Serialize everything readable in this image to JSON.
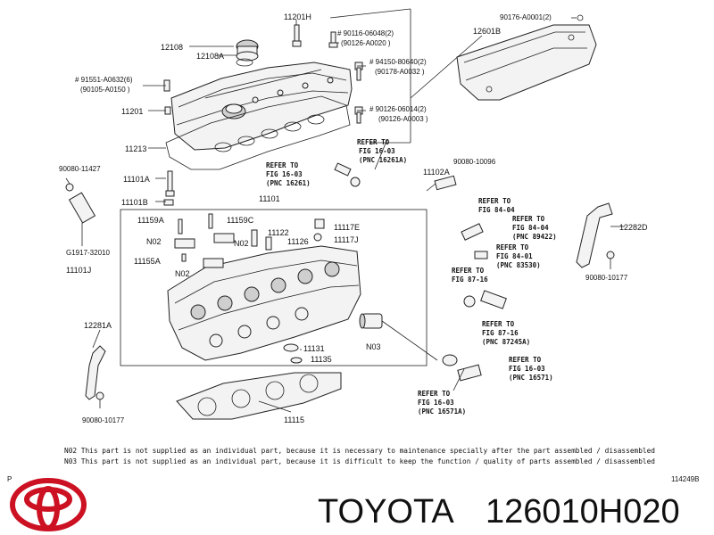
{
  "labels": {
    "p11201H": "11201H",
    "p12108": "12108",
    "p12108A": "12108A",
    "p90116": "# 90116-06048(2)",
    "p90126a": "(90126-A0020 )",
    "p94150": "# 94150-80640(2)",
    "p90178": "(90178-A0032 )",
    "p91551": "# 91551-A0632(6)",
    "p90105": "(90105-A0150 )",
    "p11201": "11201",
    "p90126b": "# 90126-06014(2)",
    "p90126c": "(90126-A0003 )",
    "p11213": "11213",
    "p90176": "90176-A0001(2)",
    "p12601B": "12601B",
    "p90080_11427": "90080-11427",
    "p11101A": "11101A",
    "p11101B": "11101B",
    "p11101": "11101",
    "p11102A": "11102A",
    "p90080_10096": "90080-10096",
    "p11159A": "11159A",
    "p11159C": "11159C",
    "p11122": "11122",
    "p11117E": "11117E",
    "p11117J": "11117J",
    "p11126": "11126",
    "pN02a": "N02",
    "pN02b": "N02",
    "pN02c": "N02",
    "p11155A": "11155A",
    "pG1917": "G1917-32010",
    "p11101J": "11101J",
    "p12282D": "12282D",
    "p90080_10177a": "90080-10177",
    "p12281A": "12281A",
    "p11131": "11131",
    "p11135": "11135",
    "pN03": "N03",
    "p90080_10177b": "90080-10177",
    "p11115": "11115"
  },
  "refs": {
    "r1": [
      "REFER TO",
      "FIG 16-03",
      "(PNC 16261A)"
    ],
    "r2": [
      "REFER TO",
      "FIG 16-03",
      "(PNC 16261)"
    ],
    "r3": [
      "REFER TO",
      "FIG 84-04"
    ],
    "r4": [
      "REFER TO",
      "FIG 84-04",
      "(PNC 89422)"
    ],
    "r5": [
      "REFER TO",
      "FIG 84-01",
      "(PNC 83530)"
    ],
    "r6": [
      "REFER TO",
      "FIG 87-16"
    ],
    "r7": [
      "REFER TO",
      "FIG 87-16",
      "(PNC 87245A)"
    ],
    "r8": [
      "REFER TO",
      "FIG 16-03",
      "(PNC 16571)"
    ],
    "r9": [
      "REFER TO",
      "FIG 16-03",
      "(PNC 16571A)"
    ]
  },
  "notes": {
    "n02": "N02 This part is not supplied as an individual part, because it is necessary to maintenance specially after the part assembled / disassembled",
    "n03": "N03 This part is not supplied as an individual part, because it is difficult to keep the function / quality of parts assembled / disassembled"
  },
  "corner_left": "P",
  "corner_right": "114249B",
  "brand": {
    "name": "TOYOTA",
    "part_number": "126010H020",
    "color": "#cc1122"
  }
}
